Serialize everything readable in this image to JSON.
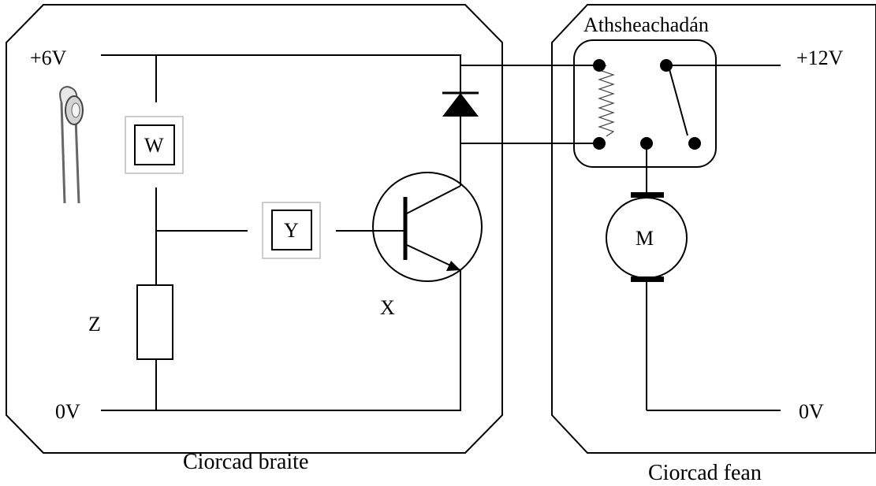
{
  "diagram": {
    "supply_positive_left": "+6V",
    "ground_left": "0V",
    "supply_positive_right": "+12V",
    "ground_right": "0V",
    "relay_label": "Athsheachadán",
    "component_w": "W",
    "component_y": "Y",
    "component_z": "Z",
    "transistor_label": "X",
    "motor_label": "M",
    "caption_left": "Ciorcad braite",
    "caption_right": "Ciorcad fean"
  }
}
